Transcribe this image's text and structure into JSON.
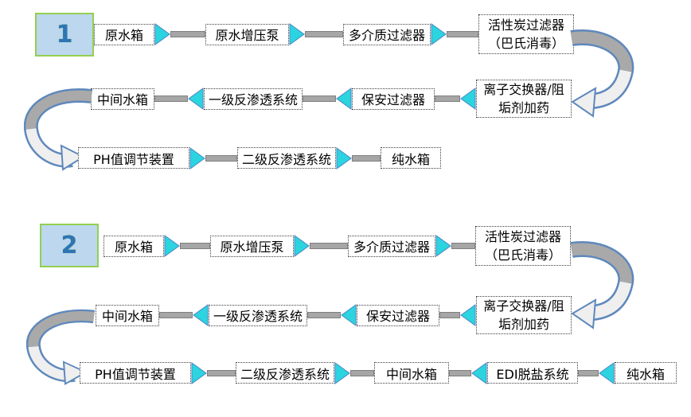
{
  "colors": {
    "arrow_cyan": "#2BD4DE",
    "connector_gray": "#A6A6A6",
    "ribbon_gray": "#A9A9A9",
    "ribbon_light": "#EFEFEF",
    "outline_blue": "#5E88BC",
    "badge_bg": "#BDD7EE",
    "badge_border": "#92D050",
    "badge_text": "#2E75B6"
  },
  "flows": [
    {
      "badge": "1",
      "rows": [
        {
          "nodes": [
            "原水箱",
            "原水增压泵",
            "多介质过滤器",
            "活性炭过滤器\n（巴氏消毒）"
          ]
        },
        {
          "nodes": [
            "中间水箱",
            "一级反渗透系统",
            "保安过滤器",
            "离子交换器/阻\n垢剂加药"
          ]
        },
        {
          "nodes": [
            "PH值调节装置",
            "二级反渗透系统",
            "纯水箱"
          ]
        }
      ]
    },
    {
      "badge": "2",
      "rows": [
        {
          "nodes": [
            "原水箱",
            "原水增压泵",
            "多介质过滤器",
            "活性炭过滤器\n（巴氏消毒）"
          ]
        },
        {
          "nodes": [
            "中间水箱",
            "一级反渗透系统",
            "保安过滤器",
            "离子交换器/阻\n垢剂加药"
          ]
        },
        {
          "nodes": [
            "PH值调节装置",
            "二级反渗透系统",
            "中间水箱",
            "EDI脱盐系统",
            "纯水箱"
          ]
        }
      ]
    }
  ]
}
